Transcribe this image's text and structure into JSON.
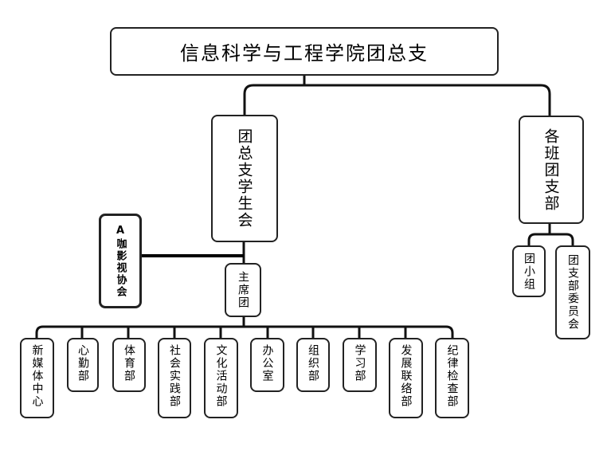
{
  "root": {
    "label": "信息科学与工程学院团总支"
  },
  "student_union": {
    "label": "团总支学生会"
  },
  "class_branches": {
    "label": "各班团支部"
  },
  "cafe_assoc": {
    "label": "A咖影视协会"
  },
  "chairman_group": {
    "label": "主席团"
  },
  "league_group": {
    "label": "团小组"
  },
  "branch_committee": {
    "label": "团支部委员会"
  },
  "departments": [
    {
      "label": "新媒体中心"
    },
    {
      "label": "心勤部"
    },
    {
      "label": "体育部"
    },
    {
      "label": "社会实践部"
    },
    {
      "label": "文化活动部"
    },
    {
      "label": "办公室"
    },
    {
      "label": "组织部"
    },
    {
      "label": "学习部"
    },
    {
      "label": "发展联络部"
    },
    {
      "label": "纪律检查部"
    }
  ],
  "colors": {
    "line": "#111111",
    "border": "#222222",
    "background": "#ffffff"
  }
}
